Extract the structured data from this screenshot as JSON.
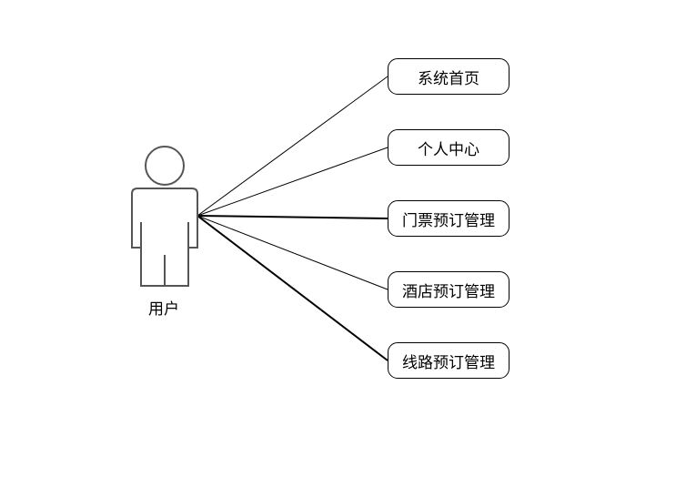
{
  "actor": {
    "label": "用户",
    "icon": "person-icon"
  },
  "use_cases": [
    {
      "label": "系统首页"
    },
    {
      "label": "个人中心"
    },
    {
      "label": "门票预订管理"
    },
    {
      "label": "酒店预订管理"
    },
    {
      "label": "线路预订管理"
    }
  ],
  "colors": {
    "stroke": "#000000",
    "actor_stroke": "#555555",
    "background": "#ffffff"
  }
}
